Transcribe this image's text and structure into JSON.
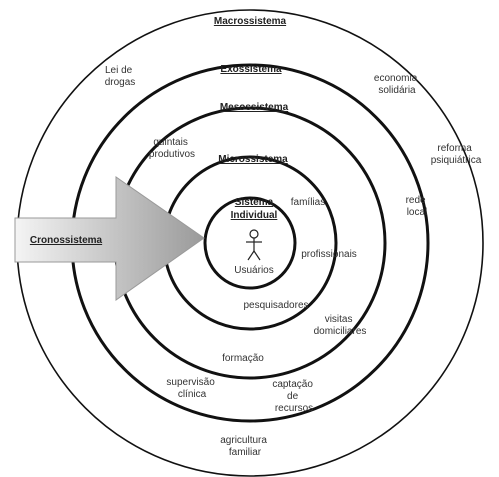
{
  "levels": {
    "macro": "Macrossistema",
    "exo": "Exossistema",
    "meso": "Mesossistema",
    "micro": "Microssistema",
    "individual_line1": "Sistema",
    "individual_line2": "Individual",
    "crono": "Cronossistema"
  },
  "center": {
    "person_icon": "stick-figure-person-icon",
    "label": "Usuários"
  },
  "items": {
    "lei_de_drogas": [
      "Lei de",
      "drogas"
    ],
    "economia_solidaria": [
      "economia",
      "solidária"
    ],
    "reforma_psiquiatrica": [
      "reforma",
      "psiquiátrica"
    ],
    "quintais_produtivos": [
      "quintais",
      "produtivos"
    ],
    "rede_local": [
      "rede",
      "local"
    ],
    "familias": [
      "famílias"
    ],
    "profissionais": [
      "profissionais"
    ],
    "pesquisadores": [
      "pesquisadores"
    ],
    "visitas_domiciliares": [
      "visitas",
      "domiciliares"
    ],
    "formacao": [
      "formação"
    ],
    "supervisao_clinica": [
      "supervisão",
      "clínica"
    ],
    "captacao_de_recursos": [
      "captação",
      "de",
      "recursos"
    ],
    "agricultura_familiar": [
      "agricultura",
      "familiar"
    ]
  },
  "colors": {
    "ring": "#111111",
    "arrow_light": "#f4f4f4",
    "arrow_dark": "#9a9a9a",
    "text": "#333333"
  }
}
